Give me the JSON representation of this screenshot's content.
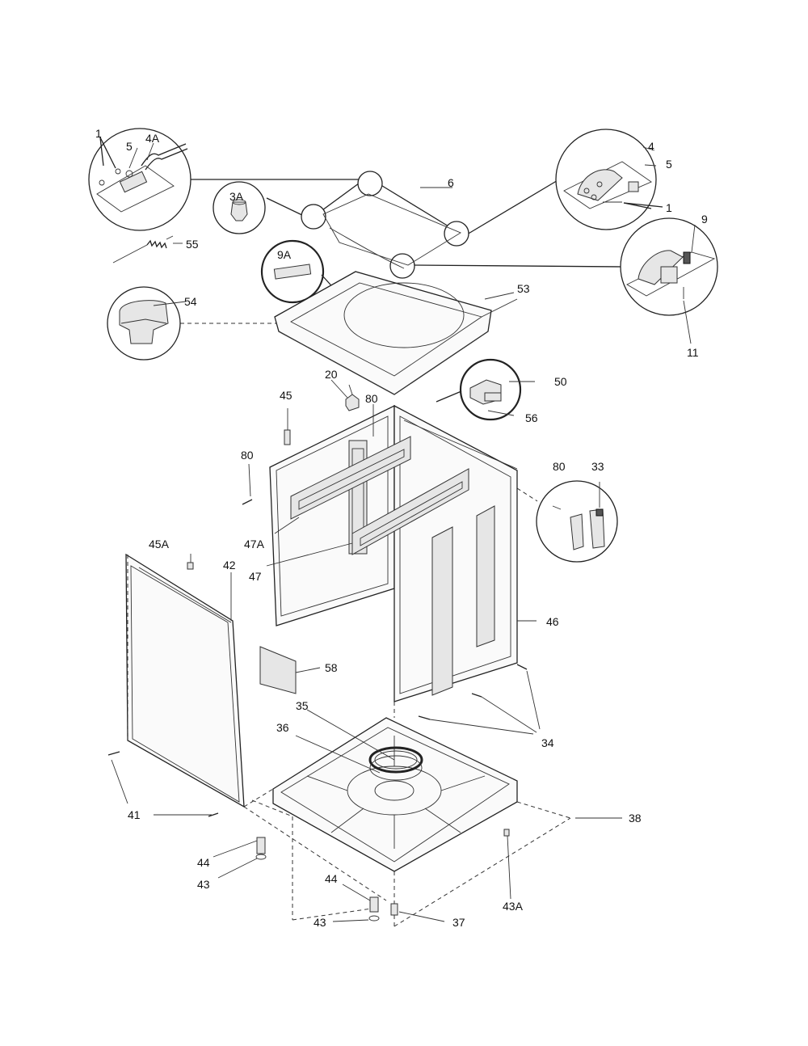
{
  "callouts": {
    "c1a": "1",
    "c5a": "5",
    "c4a": "4A",
    "c6": "6",
    "c3a": "3A",
    "c55": "55",
    "c9a": "9A",
    "c4": "4",
    "c5b": "5",
    "c1b": "1",
    "c9": "9",
    "c11": "11",
    "c54": "54",
    "c53": "53",
    "c20": "20",
    "c80a": "80",
    "c45": "45",
    "c50": "50",
    "c56": "56",
    "c80b": "80",
    "c80c": "80",
    "c33": "33",
    "c47a": "47A",
    "c47": "47",
    "c45a": "45A",
    "c42": "42",
    "c46": "46",
    "c58": "58",
    "c35": "35",
    "c36": "36",
    "c34": "34",
    "c41": "41",
    "c38": "38",
    "c44a": "44",
    "c43a": "43",
    "c44b": "44",
    "c43b": "43",
    "c37": "37",
    "c43A": "43A"
  }
}
